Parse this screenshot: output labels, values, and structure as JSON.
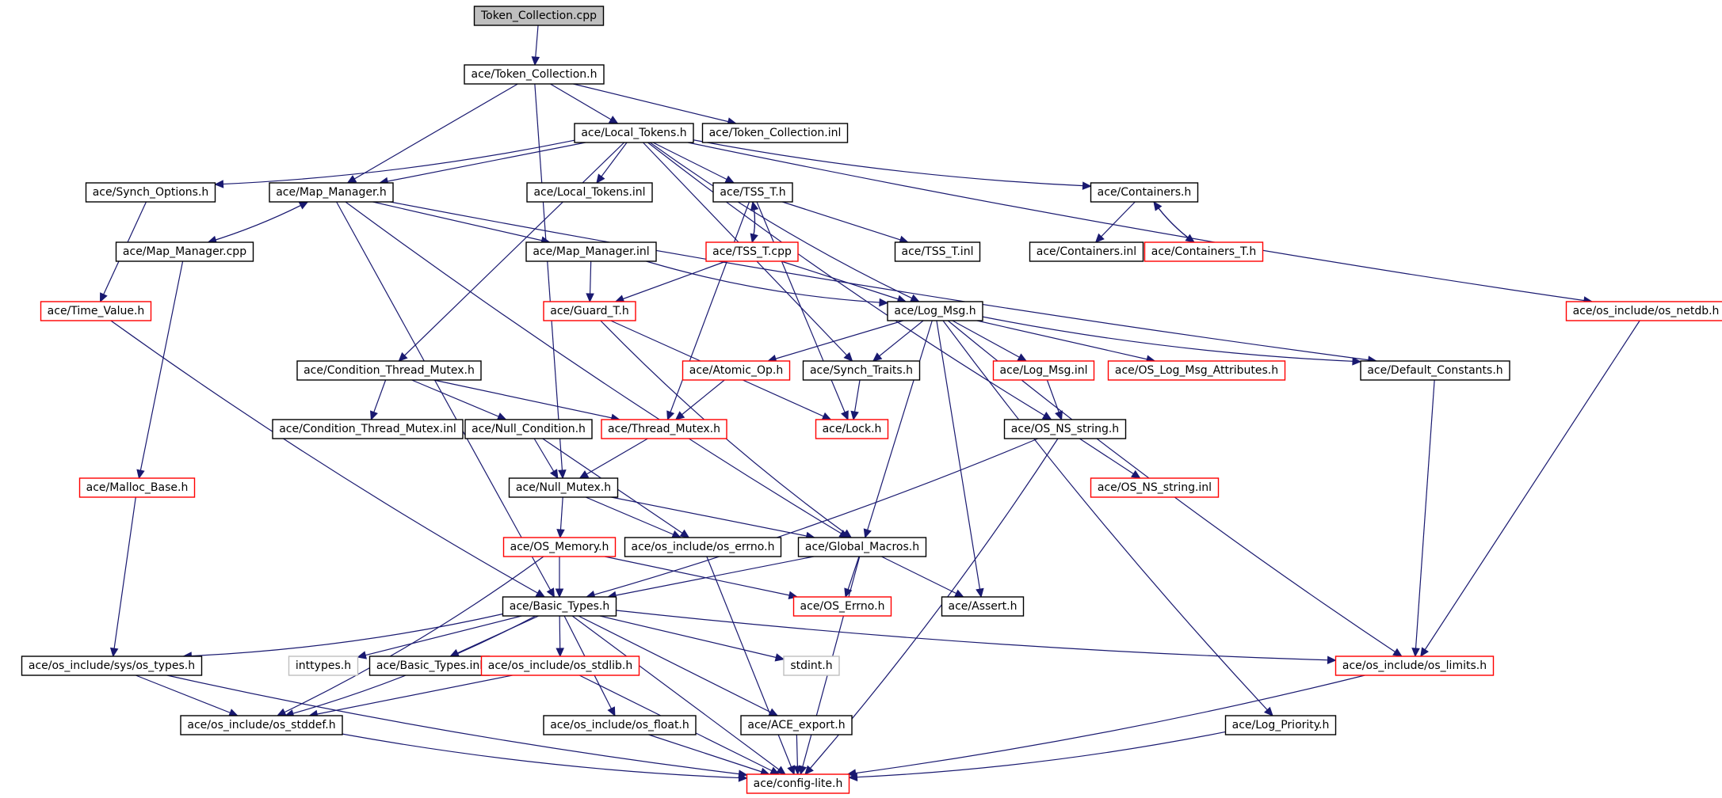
{
  "colors": {
    "edge": "#191970",
    "border_default": "#000000",
    "border_red": "#ff0000",
    "border_gray": "#bfbfbf",
    "fill_root": "#bfbfbf",
    "fill_default": "#ffffff"
  },
  "nodes": [
    {
      "id": "token_collection_cpp",
      "label": "Token_Collection.cpp",
      "style": "root"
    },
    {
      "id": "token_collection_h",
      "label": "ace/Token_Collection.h",
      "style": "default"
    },
    {
      "id": "local_tokens_h",
      "label": "ace/Local_Tokens.h",
      "style": "default"
    },
    {
      "id": "token_collection_inl",
      "label": "ace/Token_Collection.inl",
      "style": "default"
    },
    {
      "id": "synch_options_h",
      "label": "ace/Synch_Options.h",
      "style": "default"
    },
    {
      "id": "map_manager_h",
      "label": "ace/Map_Manager.h",
      "style": "default"
    },
    {
      "id": "local_tokens_inl",
      "label": "ace/Local_Tokens.inl",
      "style": "default"
    },
    {
      "id": "tss_t_h",
      "label": "ace/TSS_T.h",
      "style": "default"
    },
    {
      "id": "containers_h",
      "label": "ace/Containers.h",
      "style": "default"
    },
    {
      "id": "map_manager_cpp",
      "label": "ace/Map_Manager.cpp",
      "style": "default"
    },
    {
      "id": "map_manager_inl",
      "label": "ace/Map_Manager.inl",
      "style": "default"
    },
    {
      "id": "tss_t_cpp",
      "label": "ace/TSS_T.cpp",
      "style": "red"
    },
    {
      "id": "tss_t_inl",
      "label": "ace/TSS_T.inl",
      "style": "default"
    },
    {
      "id": "containers_inl",
      "label": "ace/Containers.inl",
      "style": "default"
    },
    {
      "id": "containers_t_h",
      "label": "ace/Containers_T.h",
      "style": "red"
    },
    {
      "id": "time_value_h",
      "label": "ace/Time_Value.h",
      "style": "red"
    },
    {
      "id": "guard_t_h",
      "label": "ace/Guard_T.h",
      "style": "red"
    },
    {
      "id": "log_msg_h",
      "label": "ace/Log_Msg.h",
      "style": "default"
    },
    {
      "id": "os_netdb_h",
      "label": "ace/os_include/os_netdb.h",
      "style": "red"
    },
    {
      "id": "condition_thread_mutex_h",
      "label": "ace/Condition_Thread_Mutex.h",
      "style": "default"
    },
    {
      "id": "atomic_op_h",
      "label": "ace/Atomic_Op.h",
      "style": "red"
    },
    {
      "id": "synch_traits_h",
      "label": "ace/Synch_Traits.h",
      "style": "default"
    },
    {
      "id": "log_msg_inl",
      "label": "ace/Log_Msg.inl",
      "style": "red"
    },
    {
      "id": "os_log_msg_attributes_h",
      "label": "ace/OS_Log_Msg_Attributes.h",
      "style": "red"
    },
    {
      "id": "default_constants_h",
      "label": "ace/Default_Constants.h",
      "style": "default"
    },
    {
      "id": "condition_thread_mutex_inl",
      "label": "ace/Condition_Thread_Mutex.inl",
      "style": "default"
    },
    {
      "id": "null_condition_h",
      "label": "ace/Null_Condition.h",
      "style": "default"
    },
    {
      "id": "thread_mutex_h",
      "label": "ace/Thread_Mutex.h",
      "style": "red"
    },
    {
      "id": "lock_h",
      "label": "ace/Lock.h",
      "style": "red"
    },
    {
      "id": "os_ns_string_h",
      "label": "ace/OS_NS_string.h",
      "style": "default"
    },
    {
      "id": "malloc_base_h",
      "label": "ace/Malloc_Base.h",
      "style": "red"
    },
    {
      "id": "null_mutex_h",
      "label": "ace/Null_Mutex.h",
      "style": "default"
    },
    {
      "id": "os_ns_string_inl",
      "label": "ace/OS_NS_string.inl",
      "style": "red"
    },
    {
      "id": "os_memory_h",
      "label": "ace/OS_Memory.h",
      "style": "red"
    },
    {
      "id": "os_errno_h",
      "label": "ace/os_include/os_errno.h",
      "style": "default"
    },
    {
      "id": "global_macros_h",
      "label": "ace/Global_Macros.h",
      "style": "default"
    },
    {
      "id": "basic_types_h",
      "label": "ace/Basic_Types.h",
      "style": "default"
    },
    {
      "id": "os_errno_ace_h",
      "label": "ace/OS_Errno.h",
      "style": "red"
    },
    {
      "id": "assert_h",
      "label": "ace/Assert.h",
      "style": "default"
    },
    {
      "id": "os_types_h",
      "label": "ace/os_include/sys/os_types.h",
      "style": "default"
    },
    {
      "id": "inttypes_h",
      "label": "inttypes.h",
      "style": "gray"
    },
    {
      "id": "basic_types_inl",
      "label": "ace/Basic_Types.inl",
      "style": "default"
    },
    {
      "id": "os_stdlib_h",
      "label": "ace/os_include/os_stdlib.h",
      "style": "red"
    },
    {
      "id": "stdint_h",
      "label": "stdint.h",
      "style": "gray"
    },
    {
      "id": "os_limits_h",
      "label": "ace/os_include/os_limits.h",
      "style": "red"
    },
    {
      "id": "os_stddef_h",
      "label": "ace/os_include/os_stddef.h",
      "style": "default"
    },
    {
      "id": "os_float_h",
      "label": "ace/os_include/os_float.h",
      "style": "default"
    },
    {
      "id": "ace_export_h",
      "label": "ace/ACE_export.h",
      "style": "default"
    },
    {
      "id": "log_priority_h",
      "label": "ace/Log_Priority.h",
      "style": "default"
    },
    {
      "id": "config_lite_h",
      "label": "ace/config-lite.h",
      "style": "red"
    }
  ],
  "edges": [
    [
      "token_collection_cpp",
      "token_collection_h"
    ],
    [
      "token_collection_h",
      "local_tokens_h"
    ],
    [
      "token_collection_h",
      "token_collection_inl"
    ],
    [
      "token_collection_h",
      "map_manager_h"
    ],
    [
      "token_collection_h",
      "null_mutex_h"
    ],
    [
      "local_tokens_h",
      "synch_options_h"
    ],
    [
      "local_tokens_h",
      "map_manager_h"
    ],
    [
      "local_tokens_h",
      "local_tokens_inl"
    ],
    [
      "local_tokens_h",
      "tss_t_h"
    ],
    [
      "local_tokens_h",
      "containers_h"
    ],
    [
      "local_tokens_h",
      "condition_thread_mutex_h"
    ],
    [
      "local_tokens_h",
      "log_msg_h"
    ],
    [
      "local_tokens_h",
      "synch_traits_h"
    ],
    [
      "local_tokens_h",
      "os_netdb_h"
    ],
    [
      "local_tokens_h",
      "os_ns_string_h"
    ],
    [
      "synch_options_h",
      "time_value_h"
    ],
    [
      "map_manager_h",
      "map_manager_cpp"
    ],
    [
      "map_manager_cpp",
      "map_manager_h"
    ],
    [
      "map_manager_h",
      "map_manager_inl"
    ],
    [
      "map_manager_h",
      "default_constants_h"
    ],
    [
      "map_manager_h",
      "basic_types_h"
    ],
    [
      "map_manager_h",
      "global_macros_h"
    ],
    [
      "map_manager_cpp",
      "malloc_base_h"
    ],
    [
      "tss_t_h",
      "tss_t_cpp"
    ],
    [
      "tss_t_cpp",
      "tss_t_h"
    ],
    [
      "tss_t_h",
      "tss_t_inl"
    ],
    [
      "tss_t_h",
      "thread_mutex_h"
    ],
    [
      "tss_t_h",
      "lock_h"
    ],
    [
      "tss_t_cpp",
      "guard_t_h"
    ],
    [
      "tss_t_cpp",
      "log_msg_h"
    ],
    [
      "containers_h",
      "containers_inl"
    ],
    [
      "containers_h",
      "containers_t_h"
    ],
    [
      "containers_t_h",
      "containers_h"
    ],
    [
      "map_manager_inl",
      "guard_t_h"
    ],
    [
      "map_manager_inl",
      "log_msg_h"
    ],
    [
      "time_value_h",
      "basic_types_h"
    ],
    [
      "guard_t_h",
      "lock_h"
    ],
    [
      "guard_t_h",
      "global_macros_h"
    ],
    [
      "log_msg_h",
      "atomic_op_h"
    ],
    [
      "log_msg_h",
      "synch_traits_h"
    ],
    [
      "log_msg_h",
      "log_msg_inl"
    ],
    [
      "log_msg_h",
      "os_log_msg_attributes_h"
    ],
    [
      "log_msg_h",
      "default_constants_h"
    ],
    [
      "log_msg_h",
      "global_macros_h"
    ],
    [
      "log_msg_h",
      "assert_h"
    ],
    [
      "log_msg_h",
      "os_limits_h"
    ],
    [
      "log_msg_h",
      "log_priority_h"
    ],
    [
      "os_netdb_h",
      "os_limits_h"
    ],
    [
      "condition_thread_mutex_h",
      "condition_thread_mutex_inl"
    ],
    [
      "condition_thread_mutex_h",
      "null_condition_h"
    ],
    [
      "condition_thread_mutex_h",
      "thread_mutex_h"
    ],
    [
      "atomic_op_h",
      "thread_mutex_h"
    ],
    [
      "synch_traits_h",
      "lock_h"
    ],
    [
      "log_msg_inl",
      "os_ns_string_h"
    ],
    [
      "default_constants_h",
      "os_limits_h"
    ],
    [
      "null_condition_h",
      "null_mutex_h"
    ],
    [
      "null_condition_h",
      "os_errno_h"
    ],
    [
      "thread_mutex_h",
      "null_mutex_h"
    ],
    [
      "os_ns_string_h",
      "os_ns_string_inl"
    ],
    [
      "os_ns_string_h",
      "basic_types_h"
    ],
    [
      "os_ns_string_h",
      "config_lite_h"
    ],
    [
      "malloc_base_h",
      "os_types_h"
    ],
    [
      "null_mutex_h",
      "os_memory_h"
    ],
    [
      "null_mutex_h",
      "os_errno_h"
    ],
    [
      "null_mutex_h",
      "global_macros_h"
    ],
    [
      "os_memory_h",
      "basic_types_h"
    ],
    [
      "os_memory_h",
      "os_errno_ace_h"
    ],
    [
      "os_memory_h",
      "os_stddef_h"
    ],
    [
      "os_errno_h",
      "config_lite_h"
    ],
    [
      "global_macros_h",
      "os_errno_ace_h"
    ],
    [
      "global_macros_h",
      "basic_types_h"
    ],
    [
      "global_macros_h",
      "assert_h"
    ],
    [
      "global_macros_h",
      "config_lite_h"
    ],
    [
      "basic_types_h",
      "os_types_h"
    ],
    [
      "basic_types_h",
      "inttypes_h"
    ],
    [
      "basic_types_h",
      "basic_types_inl"
    ],
    [
      "basic_types_h",
      "os_stdlib_h"
    ],
    [
      "basic_types_h",
      "stdint_h"
    ],
    [
      "basic_types_h",
      "os_limits_h"
    ],
    [
      "basic_types_h",
      "os_stddef_h"
    ],
    [
      "basic_types_h",
      "os_float_h"
    ],
    [
      "basic_types_h",
      "ace_export_h"
    ],
    [
      "basic_types_h",
      "config_lite_h"
    ],
    [
      "os_types_h",
      "os_stddef_h"
    ],
    [
      "os_types_h",
      "config_lite_h"
    ],
    [
      "os_stdlib_h",
      "os_stddef_h"
    ],
    [
      "os_stdlib_h",
      "config_lite_h"
    ],
    [
      "os_limits_h",
      "config_lite_h"
    ],
    [
      "os_stddef_h",
      "config_lite_h"
    ],
    [
      "os_float_h",
      "config_lite_h"
    ],
    [
      "ace_export_h",
      "config_lite_h"
    ],
    [
      "log_priority_h",
      "config_lite_h"
    ]
  ]
}
